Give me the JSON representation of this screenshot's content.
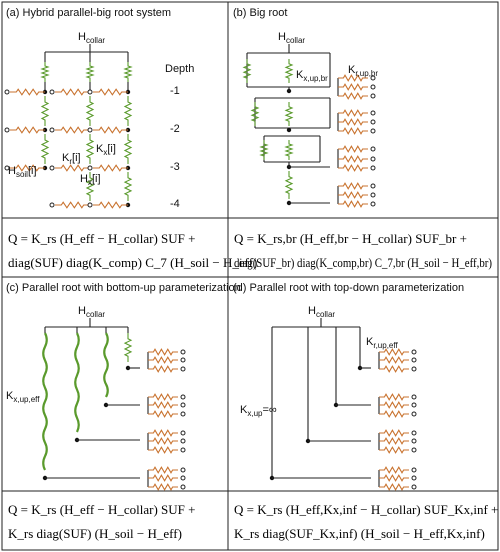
{
  "panels": {
    "a": {
      "title": "(a) Hybrid parallel-big root system",
      "h_collar": "H",
      "h_collar_sub": "collar",
      "depth_label": "Depth",
      "depth_ticks": [
        "-1",
        "-2",
        "-3",
        "-4"
      ],
      "h_soil": "H",
      "h_soil_sub": "soil",
      "h_soil_idx": "[i]",
      "kr": "K",
      "kr_sub": "r",
      "kr_idx": "[i]",
      "kx": "K",
      "kx_sub": "x",
      "kx_idx": "[i]",
      "hx": "H",
      "hx_sub": "x",
      "hx_idx": "[i]",
      "equation_line1": "Q = K_rs (H_eff − H_collar) SUF +",
      "equation_line2": "diag(SUF) diag(K_comp) C_7 (H_soil − H_eff)"
    },
    "b": {
      "title": "(b) Big root",
      "h_collar": "H",
      "h_collar_sub": "collar",
      "kx_label": "K",
      "kx_label_sub": "x,up,br",
      "kr_label": "K",
      "kr_label_sub": "r,up,br",
      "equation_line1": "Q = K_rs,br (H_eff,br − H_collar) SUF_br +",
      "equation_line2": "diag(SUF_br) diag(K_comp,br) C_7,br (H_soil − H_eff,br)"
    },
    "c": {
      "title": "(c) Parallel root with bottom-up parameterization",
      "h_collar": "H",
      "h_collar_sub": "collar",
      "kx_label": "K",
      "kx_label_sub": "x,up,eff",
      "equation_line1": "Q = K_rs (H_eff − H_collar) SUF +",
      "equation_line2": "K_rs diag(SUF) (H_soil − H_eff)"
    },
    "d": {
      "title": "(d) Parallel root with top-down parameterization",
      "h_collar": "H",
      "h_collar_sub": "collar",
      "kr_label": "K",
      "kr_label_sub": "r,up,eff",
      "kx_label": "K",
      "kx_label_sub": "x,up",
      "kx_value": "=∞",
      "equation_line1": "Q = K_rs (H_eff,Kx,inf − H_collar) SUF_Kx,inf +",
      "equation_line2": "K_rs diag(SUF_Kx,inf) (H_soil − H_eff,Kx,inf)"
    }
  },
  "colors": {
    "axial_conductance": "#5a9a2c",
    "radial_conductance": "#c8722e",
    "wire": "#222222"
  }
}
